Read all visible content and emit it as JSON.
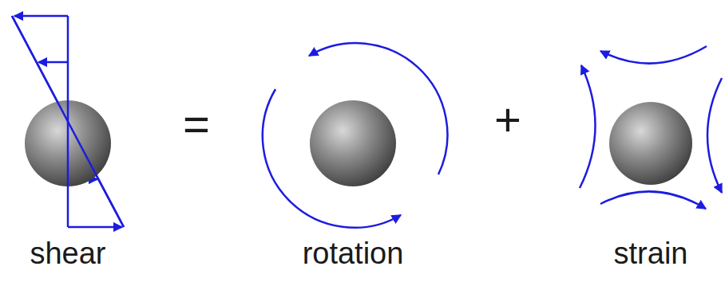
{
  "diagram": {
    "labels": [
      "shear",
      "=",
      "rotation",
      "+",
      "strain"
    ]
  }
}
